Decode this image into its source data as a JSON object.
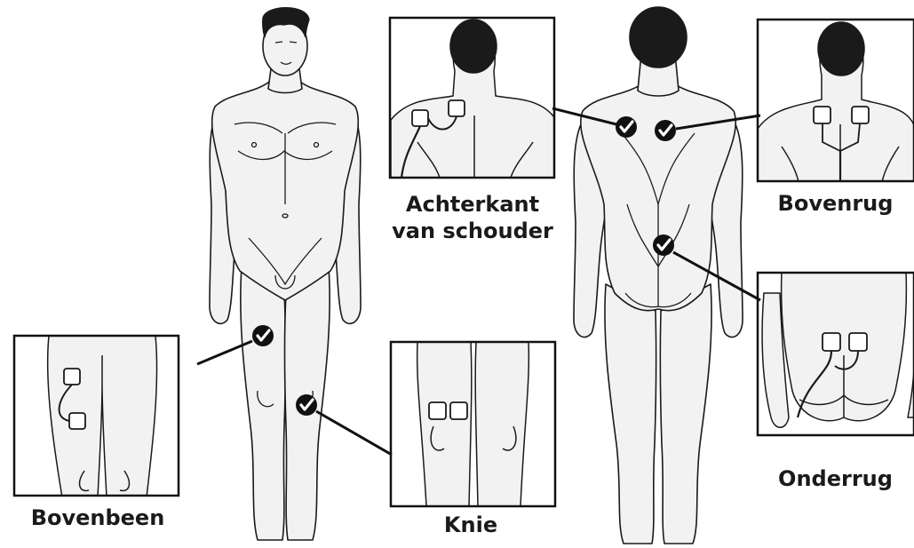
{
  "image": {
    "background": "#ffffff",
    "line_color": "#1a1a1a",
    "skin_color": "#f2f2f2",
    "hair_color": "#1a1a1a",
    "marker_fill": "#111111",
    "marker_check": "#ffffff"
  },
  "figures": {
    "front": {
      "view": "front"
    },
    "back": {
      "view": "back"
    }
  },
  "insets": {
    "shoulder": {
      "label_line1": "Achterkant",
      "label_line2": "van schouder",
      "electrodes": 2
    },
    "upper_back": {
      "label": "Bovenrug",
      "electrodes": 2
    },
    "lower_back": {
      "label": "Onderrug",
      "electrodes": 2
    },
    "thigh": {
      "label": "Bovenbeen",
      "electrodes": 2
    },
    "knee": {
      "label": "Knie",
      "electrodes": 2
    }
  },
  "markers": [
    {
      "name": "marker-shoulder-back",
      "icon": "check-icon"
    },
    {
      "name": "marker-upper-back",
      "icon": "check-icon"
    },
    {
      "name": "marker-lower-back",
      "icon": "check-icon"
    },
    {
      "name": "marker-thigh",
      "icon": "check-icon"
    },
    {
      "name": "marker-knee",
      "icon": "check-icon"
    }
  ]
}
